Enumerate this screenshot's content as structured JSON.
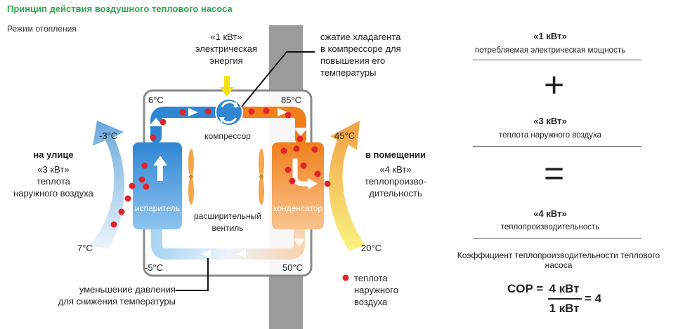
{
  "title": "Принцип действия воздушного теплового насоса",
  "mode": "Режим отопления",
  "energy_in": {
    "value": "«1 кВт»",
    "line1": "электрическая",
    "line2": "энергия"
  },
  "compress_note": {
    "line1": "сжатие хладагента",
    "line2": "в компрессоре для",
    "line3": "повышения его",
    "line4": "температуры"
  },
  "outside": {
    "title": "на улице",
    "value": "«3 кВт»",
    "line1": "теплота",
    "line2": "наружного воздуха"
  },
  "inside": {
    "title": "в помещении",
    "value": "«4 кВт»",
    "line1": "теплопроизво-",
    "line2": "дительность"
  },
  "components": {
    "compressor": "компрессор",
    "evaporator": "испаритель",
    "condenser": "конденсатор",
    "valve_line1": "расширительный",
    "valve_line2": "вентиль"
  },
  "temps": {
    "top_left": "6°C",
    "top_right": "85°C",
    "bottom_left": "-5°C",
    "bottom_right": "50°C",
    "outside_top": "-3°C",
    "outside_bottom": "7°C",
    "inside_top": "45°C",
    "inside_bottom": "20°C"
  },
  "pressure_note": {
    "line1": "уменьшение давления",
    "line2": "для снижения температуры"
  },
  "legend": {
    "line1": "теплота",
    "line2": "наружного",
    "line3": "воздуха"
  },
  "right_panel": {
    "power_value": "«1 кВт»",
    "power_desc": "потребляемая электрическая мощность",
    "plus": "+",
    "heat_value": "«3 кВт»",
    "heat_desc": "теплота наружного воздуха",
    "equals": "=",
    "out_value": "«4 кВт»",
    "out_desc": "теплопроизводительность",
    "coef_caption": "Коэффициент теплопроизводительности теплового насоса",
    "cop_label": "COP =",
    "numerator": "4 кВт",
    "denominator": "1 кВт",
    "result": "= 4"
  },
  "colors": {
    "title_green": "#2fa84f",
    "cold_blue": "#3a8fd6",
    "hot_orange": "#f28a22",
    "dot_red": "#e2232a",
    "wall_gray": "#9b9b9b",
    "arrow_yellow": "#f2e21a"
  }
}
